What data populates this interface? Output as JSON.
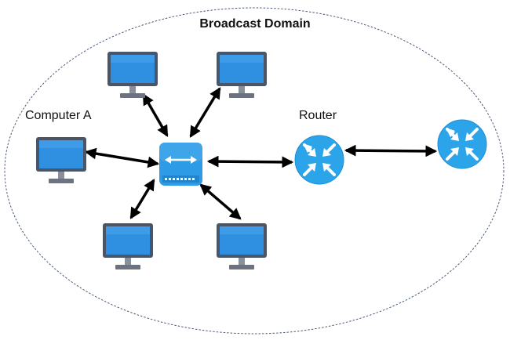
{
  "diagram": {
    "title": "Broadcast Domain",
    "computer_a_label": "Computer A",
    "router_label": "Router"
  },
  "colors": {
    "domain_outline": "#4a5a78",
    "monitor_frame": "#4b5568",
    "monitor_screen": "#2f8fe0",
    "switch_body": "#2d9be6",
    "router_body": "#2ba4ea",
    "link": "#000000"
  },
  "icons": {
    "computer": "desktop-computer-icon",
    "switch": "network-switch-icon",
    "router": "router-icon"
  }
}
